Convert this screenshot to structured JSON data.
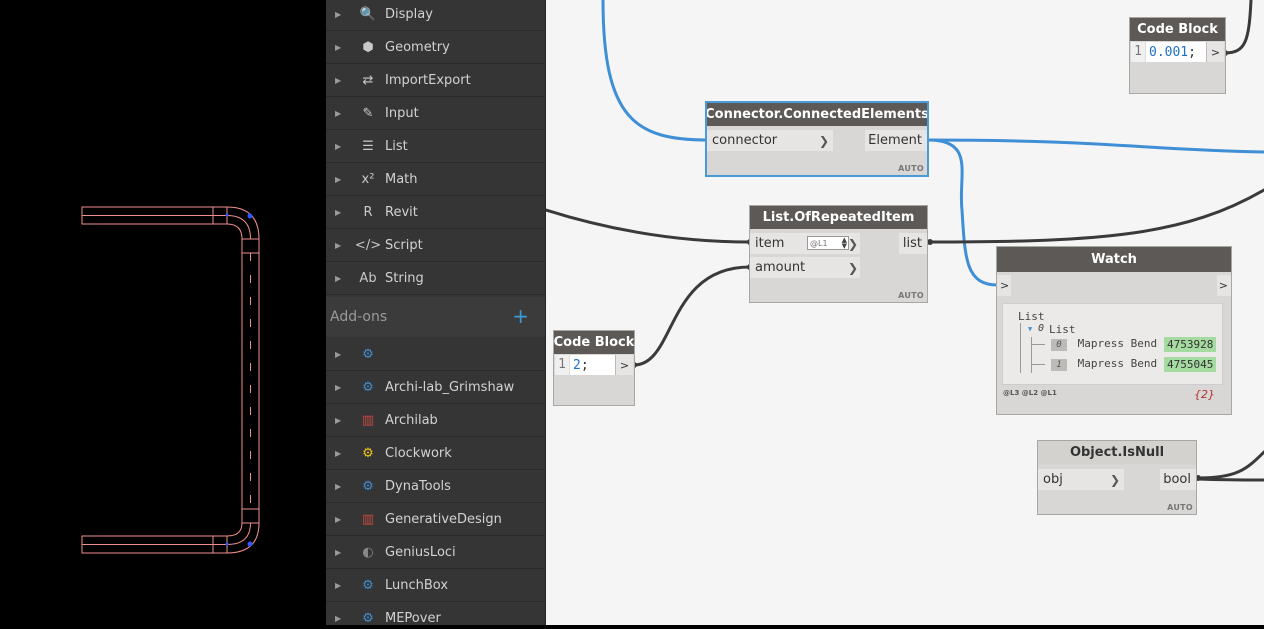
{
  "library": {
    "items": [
      {
        "label": "Display",
        "icon": "magnifier-icon",
        "glyph": "🔍"
      },
      {
        "label": "Geometry",
        "icon": "cube-icon",
        "glyph": "⬢"
      },
      {
        "label": "ImportExport",
        "icon": "arrows-exchange-icon",
        "glyph": "⇄"
      },
      {
        "label": "Input",
        "icon": "pencil-icon",
        "glyph": "✎"
      },
      {
        "label": "List",
        "icon": "list-icon",
        "glyph": "☰"
      },
      {
        "label": "Math",
        "icon": "x-squared-icon",
        "glyph": "x²"
      },
      {
        "label": "Revit",
        "icon": "revit-icon",
        "glyph": "R"
      },
      {
        "label": "Script",
        "icon": "code-brackets-icon",
        "glyph": "</>"
      },
      {
        "label": "String",
        "icon": "ab-text-icon",
        "glyph": "Ab"
      }
    ],
    "addons_label": "Add-ons",
    "addons_plus": "+",
    "addons": [
      {
        "label": "",
        "icon": "package-icon",
        "glyph": "⚙",
        "color": "#3e8ed0"
      },
      {
        "label": "Archi-lab_Grimshaw",
        "icon": "package-icon",
        "glyph": "⚙",
        "color": "#3e8ed0"
      },
      {
        "label": "Archilab",
        "icon": "archilab-icon",
        "glyph": "▥",
        "color": "#c8493f"
      },
      {
        "label": "Clockwork",
        "icon": "gear-icon",
        "glyph": "⚙",
        "color": "#f0c419"
      },
      {
        "label": "DynaTools",
        "icon": "package-icon",
        "glyph": "⚙",
        "color": "#3e8ed0"
      },
      {
        "label": "GenerativeDesign",
        "icon": "generative-design-icon",
        "glyph": "▥",
        "color": "#c8493f"
      },
      {
        "label": "GeniusLoci",
        "icon": "genius-loci-icon",
        "glyph": "◐",
        "color": "#888888"
      },
      {
        "label": "LunchBox",
        "icon": "package-icon",
        "glyph": "⚙",
        "color": "#3e8ed0"
      },
      {
        "label": "MEPover",
        "icon": "package-icon",
        "glyph": "⚙",
        "color": "#3e8ed0"
      }
    ]
  },
  "nodes": {
    "code_block_top": {
      "title": "Code Block",
      "line": "1",
      "code": "0.001",
      "semi": ";",
      "out": ">"
    },
    "connector": {
      "title": "Connector.ConnectedElements",
      "input": "connector",
      "output": "Element",
      "auto": "AUTO"
    },
    "repeated": {
      "title": "List.OfRepeatedItem",
      "input1": "item",
      "input2": "amount",
      "output": "list",
      "lacing": "@L1",
      "auto": "AUTO"
    },
    "code_block_bottom": {
      "title": "Code Block",
      "line": "1",
      "code": "2",
      "semi": ";",
      "out": ">"
    },
    "watch": {
      "title": "Watch",
      "in": ">",
      "out": ">",
      "root": "List",
      "sub_index": "0",
      "sub_label": "List",
      "rows": [
        {
          "index": "0",
          "label": "Mapress Bend",
          "value": "4753928"
        },
        {
          "index": "1",
          "label": "Mapress Bend",
          "value": "4755045"
        }
      ],
      "levels": "@L3 @L2 @L1",
      "count": "{2}"
    },
    "isnull": {
      "title": "Object.IsNull",
      "input": "obj",
      "output": "bool",
      "auto": "AUTO"
    }
  },
  "colors": {
    "wire_selected": "#3e8fd6",
    "wire": "#3a3a3a",
    "pipe": "#f28e8e",
    "accent": "#3e9ad6"
  }
}
